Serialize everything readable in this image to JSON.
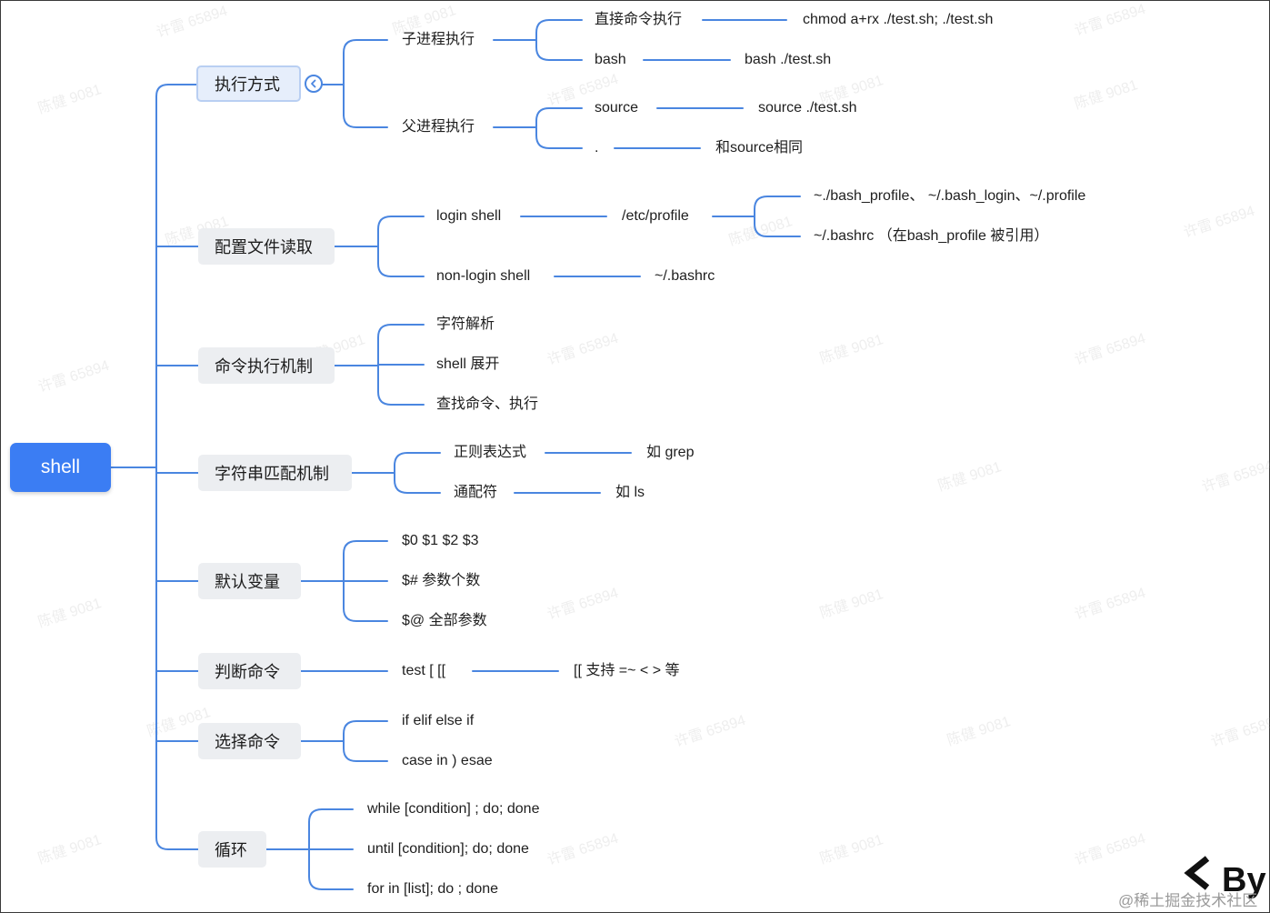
{
  "root": "shell",
  "categories": [
    {
      "label": "执行方式"
    },
    {
      "label": "配置文件读取"
    },
    {
      "label": "命令执行机制"
    },
    {
      "label": "字符串匹配机制"
    },
    {
      "label": "默认变量"
    },
    {
      "label": "判断命令"
    },
    {
      "label": "选择命令"
    },
    {
      "label": "循环"
    }
  ],
  "exec": {
    "child": "子进程执行",
    "parent": "父进程执行",
    "direct": "直接命令执行",
    "direct_cmd": "chmod a+rx ./test.sh; ./test.sh",
    "bash": "bash",
    "bash_cmd": "bash ./test.sh",
    "source": "source",
    "source_cmd": "source ./test.sh",
    "dot": ".",
    "dot_desc": "和source相同"
  },
  "config": {
    "login": "login shell",
    "etc_profile": "/etc/profile",
    "profiles": "~./bash_profile、 ~/.bash_login、~/.profile",
    "bashrc_ref": "~/.bashrc （在bash_profile 被引用）",
    "nonlogin": "non-login shell",
    "bashrc": "~/.bashrc"
  },
  "cmdexec": [
    "字符解析",
    "shell 展开",
    "查找命令、执行"
  ],
  "match": {
    "regex": "正则表达式",
    "regex_ex": "如 grep",
    "glob": "通配符",
    "glob_ex": "如 ls"
  },
  "vars": [
    "$0 $1 $2 $3",
    "$# 参数个数",
    "$@  全部参数"
  ],
  "judge": {
    "test": "test [  [[",
    "desc": "[[ 支持 =~  <  > 等"
  },
  "select": [
    "if elif  else if",
    "case in  )  esae"
  ],
  "loop": [
    "while  [condition] ; do;  done",
    "until [condition]; do; done",
    "for in [list]; do ; done"
  ],
  "watermark": [
    "陈健 9081",
    "许雷 65894"
  ],
  "brand_text": "@稀土掘金技术社区",
  "brand_logo": "By",
  "colors": {
    "line": "#4a86e0",
    "root": "#3b7df3",
    "node": "#eceef1"
  }
}
